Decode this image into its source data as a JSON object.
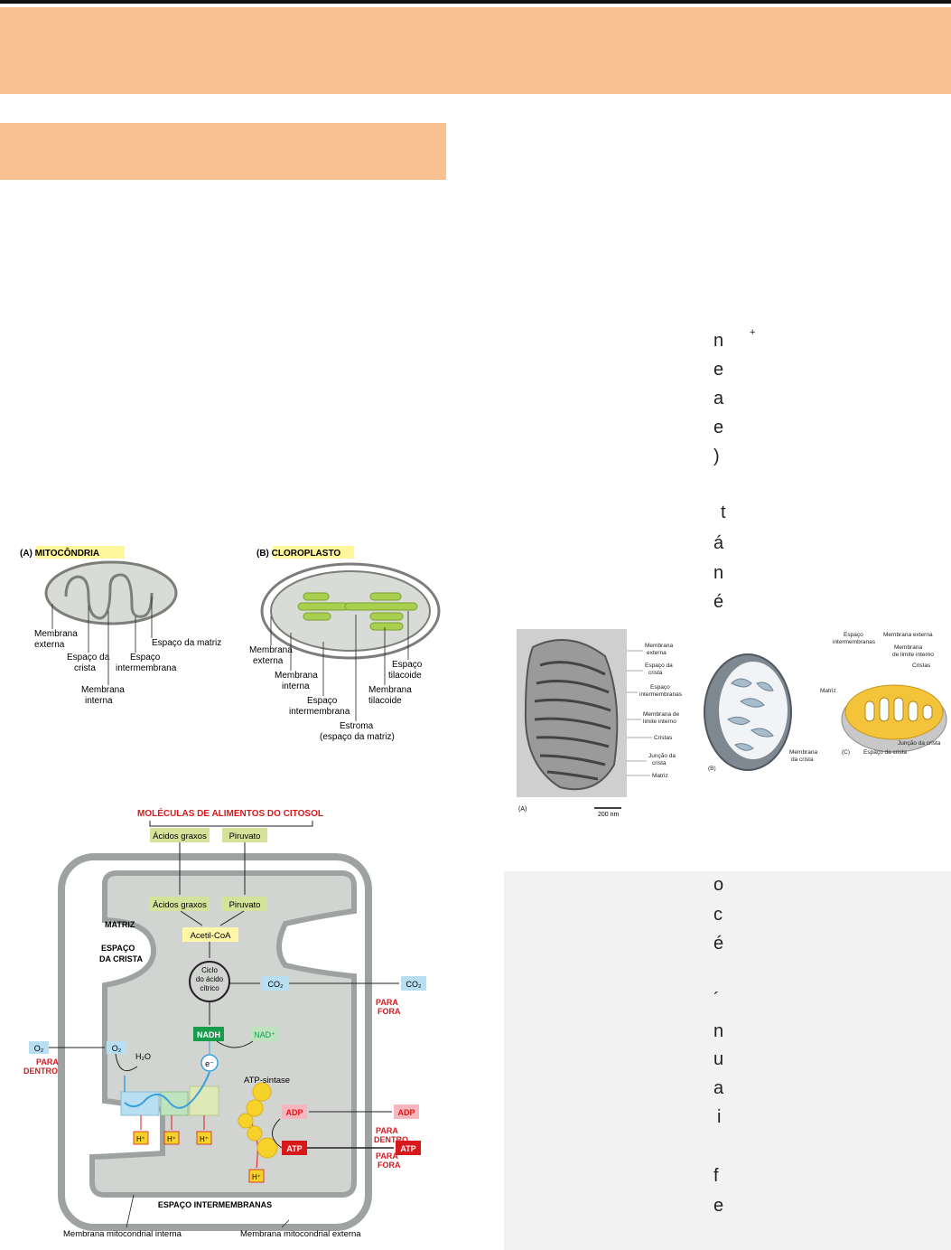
{
  "fragments": {
    "f1": "n",
    "f1b": "+",
    "f2": "e",
    "f3": "a",
    "f4": "e",
    "f5": ")",
    "f6": "t",
    "f7": "á",
    "f8": "n",
    "f9": "é",
    "g1": "o",
    "g2": "c",
    "g3": "é",
    "g4": "´",
    "g5": "n",
    "g6": "u",
    "g7": "a",
    "g8": "i",
    "g9": "f",
    "g10": "e"
  },
  "fig_a": {
    "mito_title": "(A)  MITOCÔNDRIA",
    "mito_labels": [
      "Membrana",
      "externa",
      "Espaço da",
      "crista",
      "Membrana",
      "interna",
      "Espaço da matriz",
      "Espaço",
      "intermembrana"
    ],
    "cloro_title": "(B)  CLOROPLASTO",
    "cloro_labels": [
      "Membrana",
      "externa",
      "Membrana",
      "interna",
      "Espaço",
      "intermembrana",
      "Estroma",
      "(espaço da matriz)",
      "Membrana",
      "tilacoide",
      "Espaço",
      "tilacoide"
    ]
  },
  "fig_em": {
    "labels_mid": [
      "Membrana",
      "externa",
      "Espaço da",
      "crista",
      "Espaço",
      "intermembranas",
      "Membrana de",
      "limite interno",
      "Cristas",
      "Junção da",
      "crista",
      "Matriz"
    ],
    "labels_b": [
      "Matriz",
      "Membrana",
      "da crista",
      "(B)"
    ],
    "labels_c": [
      "Espaço",
      "intermembranas",
      "Membrana externa",
      "Membrana",
      "de limite interno",
      "Cristas",
      "Junção da crista",
      "Espaço da crista",
      "(C)"
    ],
    "panel_a": "(A)",
    "scale": "200 nm"
  },
  "fig_cell": {
    "title": "MOLÉCULAS DE ALIMENTOS DO CITOSOL",
    "acidos": "Ácidos graxos",
    "piruvato": "Piruvato",
    "matriz": "MATRIZ",
    "espaco_crista": [
      "ESPAÇO",
      "DA CRISTA"
    ],
    "acetil": "Acetil-CoA",
    "ciclo": [
      "Ciclo",
      "do ácido",
      "cítrico"
    ],
    "co2": "CO₂",
    "para_fora": [
      "PARA",
      "FORA"
    ],
    "para_dentro": [
      "PARA",
      "DENTRO"
    ],
    "nadh": "NADH",
    "nadp": "NAD⁺",
    "o2": "O₂",
    "h2o": "H₂O",
    "electron": "e⁻",
    "atp_sintase": "ATP-sintase",
    "adp": "ADP",
    "atp": "ATP",
    "h": "H⁺",
    "espaco_intermembranas": "ESPAÇO INTERMEMBRANAS",
    "mem_interna": "Membrana mitocondrial interna",
    "mem_externa": "Membrana mitocondrial externa"
  }
}
